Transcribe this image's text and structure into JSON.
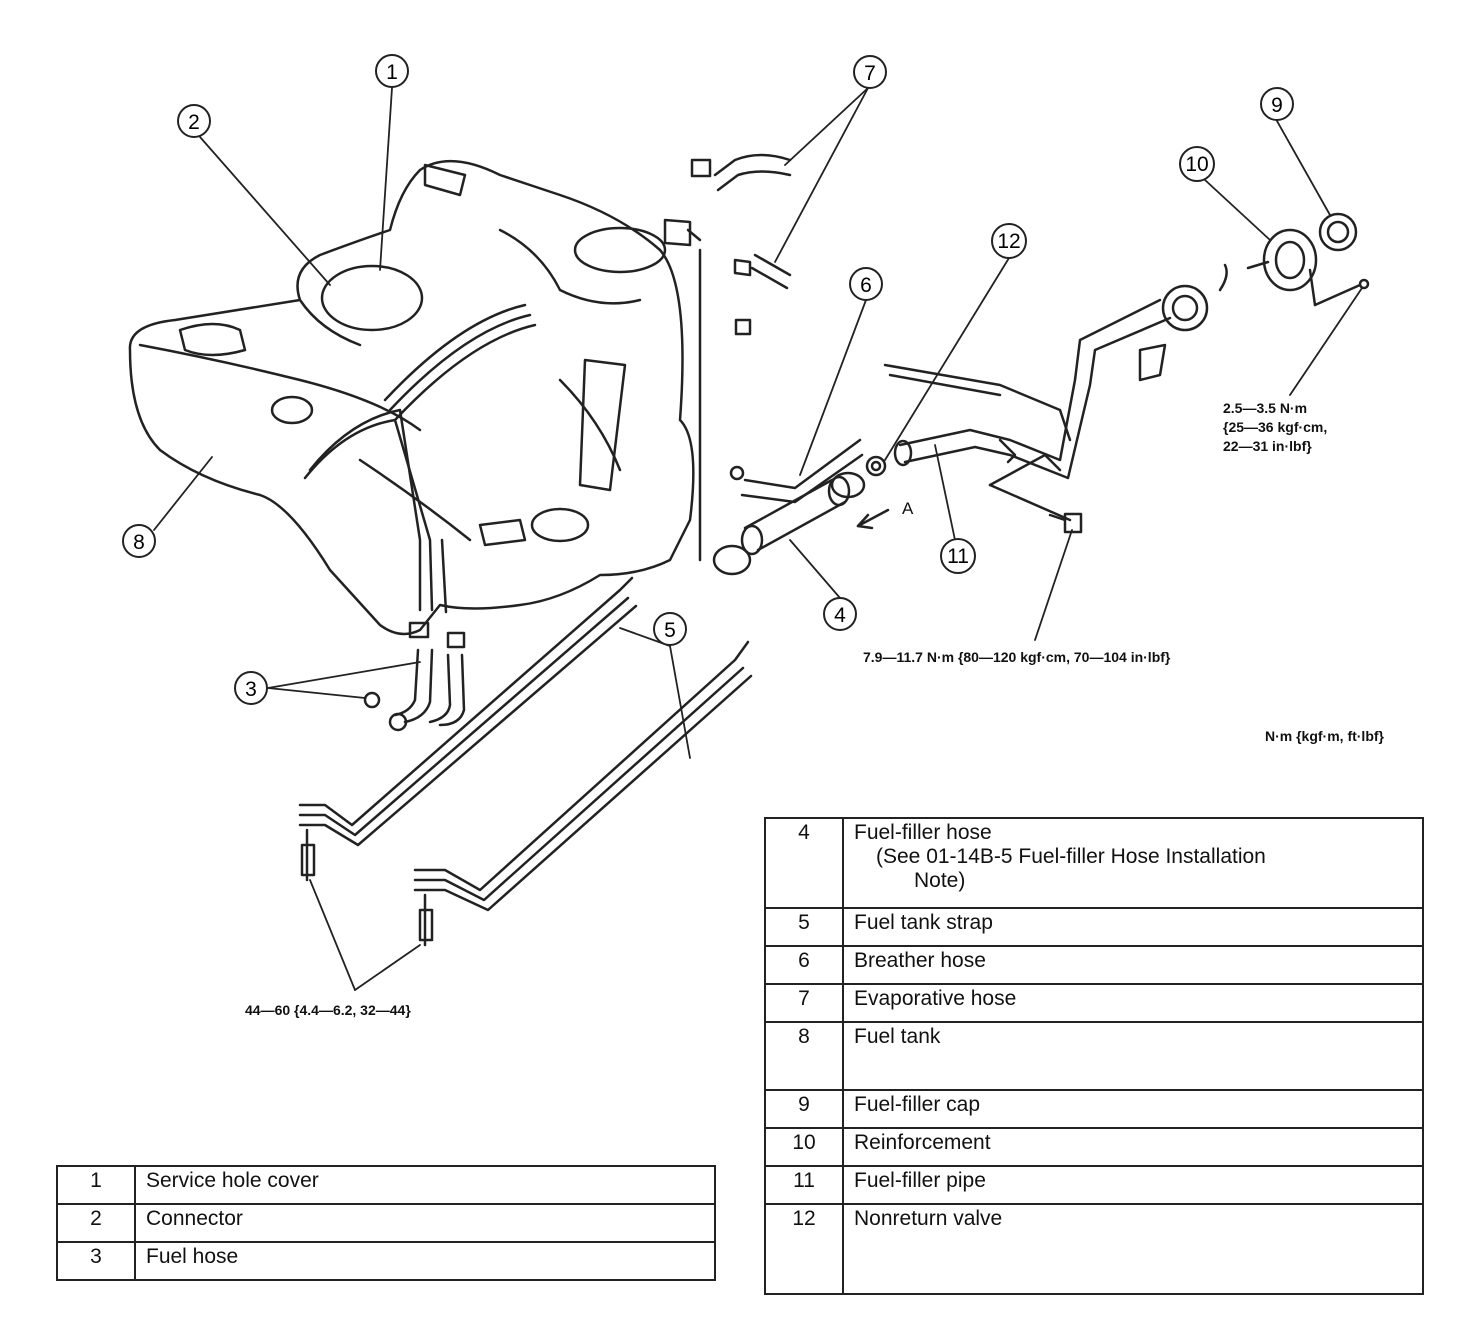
{
  "callouts": [
    "1",
    "2",
    "3",
    "4",
    "5",
    "6",
    "7",
    "8",
    "9",
    "10",
    "11",
    "12"
  ],
  "direction_label": "A",
  "torque_specs": {
    "filler_screw": "2.5—3.5 N·m\n{25—36 kgf·cm,\n22—31 in·lbf}",
    "filler_bolt": "7.9—11.7 N·m {80—120 kgf·cm, 70—104 in·lbf}",
    "strap_bolt": "44—60 {4.4—6.2, 32—44}",
    "units": "N·m {kgf·m, ft·lbf}"
  },
  "parts_left": [
    {
      "num": "1",
      "name": "Service hole cover"
    },
    {
      "num": "2",
      "name": "Connector"
    },
    {
      "num": "3",
      "name": "Fuel hose"
    }
  ],
  "parts_right": [
    {
      "num": "4",
      "name": "Fuel-filler hose",
      "note": "(See 01-14B-5 Fuel-filler Hose Installation",
      "note2": "Note)"
    },
    {
      "num": "5",
      "name": "Fuel tank strap"
    },
    {
      "num": "6",
      "name": "Breather hose"
    },
    {
      "num": "7",
      "name": "Evaporative hose"
    },
    {
      "num": "8",
      "name": "Fuel tank"
    },
    {
      "num": "9",
      "name": "Fuel-filler cap"
    },
    {
      "num": "10",
      "name": "Reinforcement"
    },
    {
      "num": "11",
      "name": "Fuel-filler pipe"
    },
    {
      "num": "12",
      "name": "Nonreturn valve"
    }
  ]
}
